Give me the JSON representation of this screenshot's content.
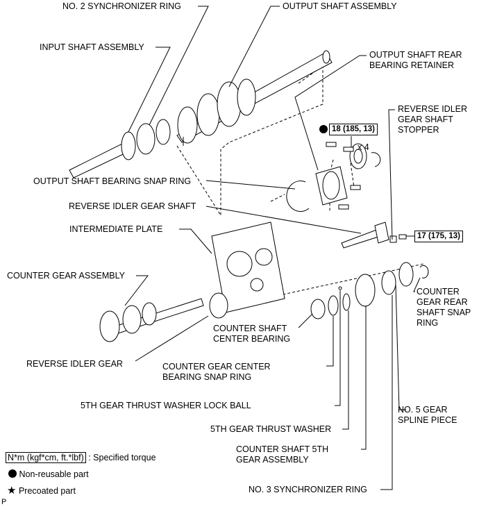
{
  "labels": {
    "no2_sync_ring": "NO. 2 SYNCHRONIZER RING",
    "output_shaft_assembly": "OUTPUT SHAFT ASSEMBLY",
    "input_shaft_assembly": "INPUT SHAFT ASSEMBLY",
    "output_shaft_rear_bearing_retainer": [
      "OUTPUT SHAFT REAR",
      "BEARING RETAINER"
    ],
    "reverse_idler_gear_shaft_stopper": [
      "REVERSE IDLER",
      "GEAR SHAFT",
      "STOPPER"
    ],
    "output_shaft_bearing_snap_ring": "OUTPUT SHAFT BEARING SNAP RING",
    "reverse_idler_gear_shaft": "REVERSE IDLER GEAR SHAFT",
    "intermediate_plate": "INTERMEDIATE PLATE",
    "counter_gear_assembly": "COUNTER GEAR ASSEMBLY",
    "counter_shaft_center_bearing": [
      "COUNTER SHAFT",
      "CENTER BEARING"
    ],
    "reverse_idler_gear": "REVERSE IDLER GEAR",
    "counter_gear_center_bearing_snap_ring": [
      "COUNTER GEAR CENTER",
      "BEARING SNAP RING"
    ],
    "fifth_gear_thrust_washer_lock_ball": "5TH GEAR THRUST WASHER LOCK BALL",
    "fifth_gear_thrust_washer": "5TH GEAR THRUST WASHER",
    "counter_shaft_5th_gear_assembly": [
      "COUNTER SHAFT 5TH",
      "GEAR ASSEMBLY"
    ],
    "no3_sync_ring": "NO. 3 SYNCHRONIZER RING",
    "no5_gear_spline_piece": [
      "NO. 5 GEAR",
      "SPLINE PIECE"
    ],
    "counter_gear_rear_shaft_snap_ring": [
      "COUNTER",
      "GEAR REAR",
      "SHAFT SNAP",
      "RING"
    ]
  },
  "torques": {
    "retainer_bolts": "18 (185, 13)",
    "retainer_bolts_qty": "x 4",
    "stopper_bolt": "17 (175, 13)"
  },
  "legend": {
    "torque_box": "N*m (kgf*cm, ft.*lbf)",
    "torque_text": ": Specified torque",
    "non_reusable": "Non-reusable part",
    "precoated": "Precoated part",
    "precoated_icon": "star-icon",
    "non_reusable_icon": "filled-circle-icon"
  },
  "footer_mark": "P"
}
